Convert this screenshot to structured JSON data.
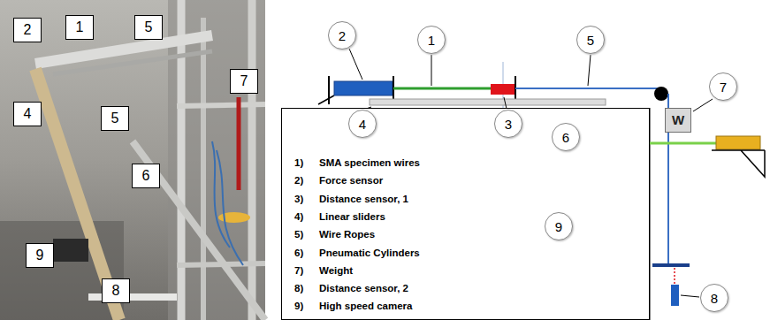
{
  "diagram": {
    "nodes": [
      {
        "text": [
          "1)",
          "SMA specimen wires",
          "2)",
          "Force sensor",
          "3)",
          "Distance sensor, 1",
          "4)",
          "Linear sliders",
          "5)",
          "Wire Ropes",
          "6)",
          "Pneumatic Cylinders",
          "7)",
          "Weight",
          "8)",
          "Distance sensor, 2",
          "9)",
          "High speed camera"
        ]
      },
      {
        "text": [
          "W"
        ]
      }
    ],
    "labels": [
      "2",
      "1",
      "5",
      "4",
      "5",
      "6",
      "7",
      "9",
      "8",
      "2",
      "1",
      "5",
      "7",
      "3",
      "4",
      "6",
      "9",
      "8"
    ]
  }
}
